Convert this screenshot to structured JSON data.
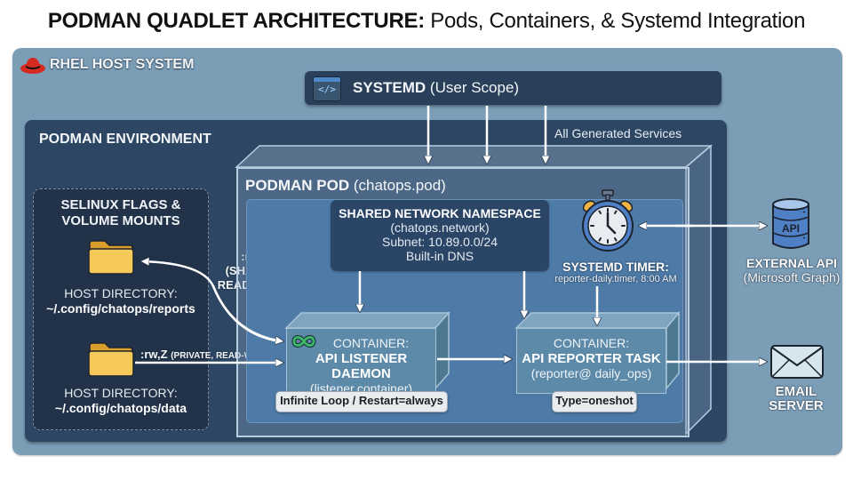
{
  "title": {
    "bold": "PODMAN QUADLET ARCHITECTURE:",
    "rest": "Pods, Containers, & Systemd Integration"
  },
  "host": {
    "label": "RHEL HOST SYSTEM",
    "icon": "redhat-hat-icon"
  },
  "systemd": {
    "label_bold": "SYSTEMD",
    "label_rest": "(User Scope)",
    "icon": "code-window-icon",
    "services_note": "All Generated Services"
  },
  "environment": {
    "label": "PODMAN ENVIRONMENT"
  },
  "selinux": {
    "title_line1": "SELINUX FLAGS &",
    "title_line2": "VOLUME MOUNTS",
    "mounts": [
      {
        "host_label": "HOST DIRECTORY:",
        "path": "~/.config/chatops/reports",
        "flag_line1": ":ro,z (SHARED,",
        "flag_line2": "READ-ONLY)"
      },
      {
        "host_label": "HOST DIRECTORY:",
        "path": "~/.config/chatops/data",
        "flag": ":rw,Z",
        "flag_note": "(PRIVATE, READ-WRITE)"
      }
    ]
  },
  "pod": {
    "label_bold": "PODMAN POD",
    "label_rest": "(chatops.pod)"
  },
  "network": {
    "title": "SHARED NETWORK NAMESPACE",
    "name": "(chatops.network)",
    "subnet": "Subnet: 10.89.0.0/24",
    "dns": "Built-in DNS"
  },
  "timer": {
    "title": "SYSTEMD TIMER:",
    "detail": "reporter-daily.timer, 8:00 AM",
    "icon": "stopwatch-icon"
  },
  "containers": [
    {
      "kind": "CONTAINER:",
      "name": "API LISTENER DAEMON",
      "unit": "(listener.container)",
      "badge": "Infinite Loop / Restart=always",
      "icon": "infinity-icon"
    },
    {
      "kind": "CONTAINER:",
      "name": "API REPORTER TASK",
      "unit": "(reporter@ daily_ops)",
      "badge": "Type=oneshot"
    }
  ],
  "external_api": {
    "icon_text": "API",
    "title": "EXTERNAL API",
    "subtitle": "(Microsoft Graph)"
  },
  "email": {
    "line1": "EMAIL",
    "line2": "SERVER",
    "icon": "envelope-icon"
  },
  "colors": {
    "host_bg": "#7b9db6",
    "env_bg": "#2c4663",
    "accent_blue": "#4d88c8",
    "folder_yellow": "#f5c85a",
    "infinity_green": "#3bb56a",
    "redhat_red": "#d42a20"
  }
}
